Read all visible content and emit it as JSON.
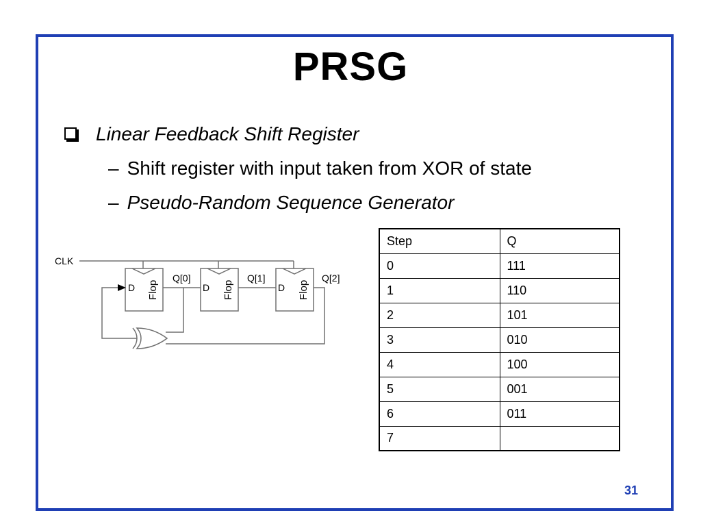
{
  "slide": {
    "title": "PRSG",
    "page_number": "31"
  },
  "bullets": {
    "main": "Linear Feedback Shift Register",
    "sub1": "Shift register with input taken from XOR of state",
    "sub2": "Pseudo-Random Sequence Generator",
    "dash": "–"
  },
  "diagram": {
    "clk_label": "CLK",
    "d_label": "D",
    "flop_label": "Flop",
    "q0_label": "Q[0]",
    "q1_label": "Q[1]",
    "q2_label": "Q[2]"
  },
  "table": {
    "headers": [
      "Step",
      "Q"
    ],
    "rows": [
      [
        "0",
        "111"
      ],
      [
        "1",
        "110"
      ],
      [
        "2",
        "101"
      ],
      [
        "3",
        "010"
      ],
      [
        "4",
        "100"
      ],
      [
        "5",
        "001"
      ],
      [
        "6",
        "011"
      ],
      [
        "7",
        ""
      ]
    ]
  },
  "colors": {
    "frame": "#1f3fb4",
    "page_number": "#1f3fb4",
    "wire": "#707070"
  }
}
